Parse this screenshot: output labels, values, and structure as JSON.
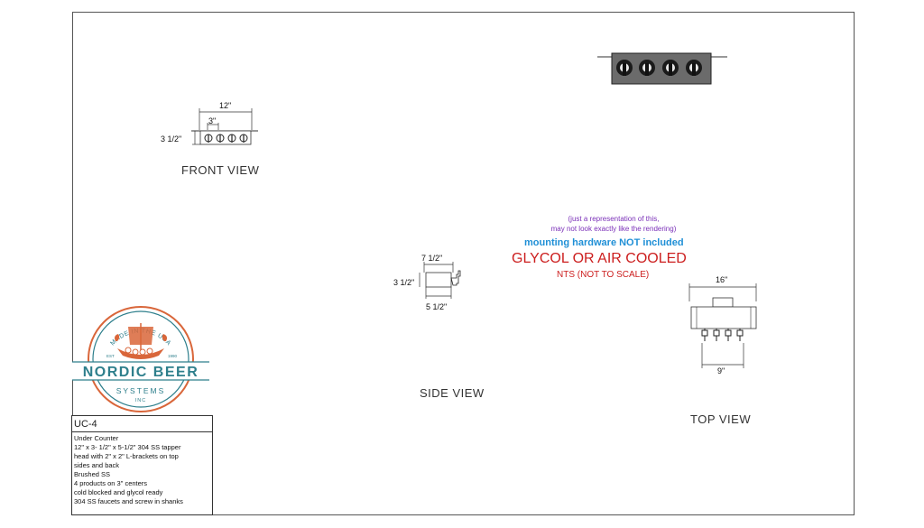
{
  "front_view": {
    "label": "FRONT VIEW",
    "dim_width": "12\"",
    "dim_spacing": "3\"",
    "dim_height": "3 1/2\""
  },
  "side_view": {
    "label": "SIDE VIEW",
    "dim_top": "7 1/2\"",
    "dim_height": "3 1/2\"",
    "dim_bottom": "5 1/2\""
  },
  "top_view": {
    "label": "TOP VIEW",
    "dim_width": "16\"",
    "dim_bottom": "9\""
  },
  "notes": {
    "representation_line1": "(just a representation of this,",
    "representation_line2": "may not look exactly like the rendering)",
    "mounting": "mounting hardware NOT included",
    "cooling": "GLYCOL OR AIR COOLED",
    "scale": "NTS (NOT TO SCALE)"
  },
  "logo": {
    "arc_text": "MADE IN THE USA",
    "name": "NORDIC BEER",
    "sub": "SYSTEMS",
    "sub2": "INC",
    "est_left": "EST",
    "est_right": "1990"
  },
  "spec": {
    "model": "UC-4",
    "lines": [
      "Under Counter",
      "12\" x 3- 1/2\" x 5-1/2\" 304 SS tapper",
      "head with 2\" x 2\" L-brackets on top",
      "sides and back",
      "Brushed SS",
      "4 products on 3\" centers",
      "cold blocked and glycol ready",
      "304 SS faucets and screw in shanks"
    ]
  },
  "colors": {
    "teal": "#2e7f8c",
    "orange": "#d9663a",
    "red": "#cc1e1e",
    "blue": "#1f8fd6",
    "purple": "#7a2fb8"
  }
}
